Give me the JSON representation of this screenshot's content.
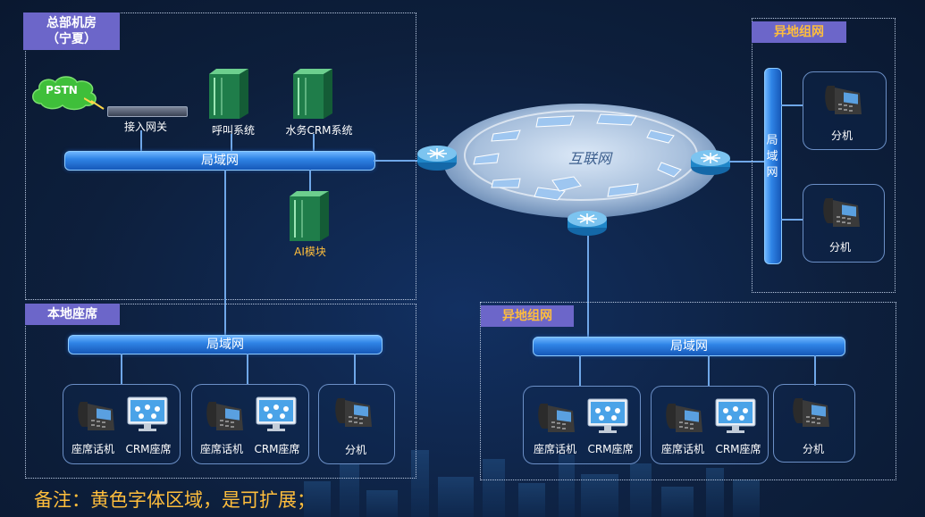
{
  "regions": {
    "hq_title_line1": "总部机房",
    "hq_title_line2": "（宁夏）",
    "local_seats_title": "本地座席",
    "remote_top_title": "异地组网",
    "remote_bottom_title": "异地组网"
  },
  "hq": {
    "pstn": "PSTN",
    "gateway": "接入网关",
    "call_system": "呼叫系统",
    "crm_system": "水务CRM系统",
    "lan": "局域网",
    "ai_module": "AI模块"
  },
  "internet": {
    "label": "互联网"
  },
  "local_seats": {
    "lan": "局域网",
    "groups": [
      {
        "phone": "座席话机",
        "pc": "CRM座席"
      },
      {
        "phone": "座席话机",
        "pc": "CRM座席"
      },
      {
        "ext": "分机"
      }
    ]
  },
  "remote_top": {
    "lan": "局域网",
    "extensions": [
      "分机",
      "分机"
    ]
  },
  "remote_bottom": {
    "lan": "局域网",
    "groups": [
      {
        "phone": "座席话机",
        "pc": "CRM座席"
      },
      {
        "phone": "座席话机",
        "pc": "CRM座席"
      },
      {
        "ext": "分机"
      }
    ]
  },
  "note": "备注：黄色字体区域，是可扩展；",
  "colors": {
    "tag_bg": "#6c66c9",
    "orange_text": "#ffbe3c",
    "lan_blue": "#2f84e6",
    "background": "#0d1f3c"
  }
}
